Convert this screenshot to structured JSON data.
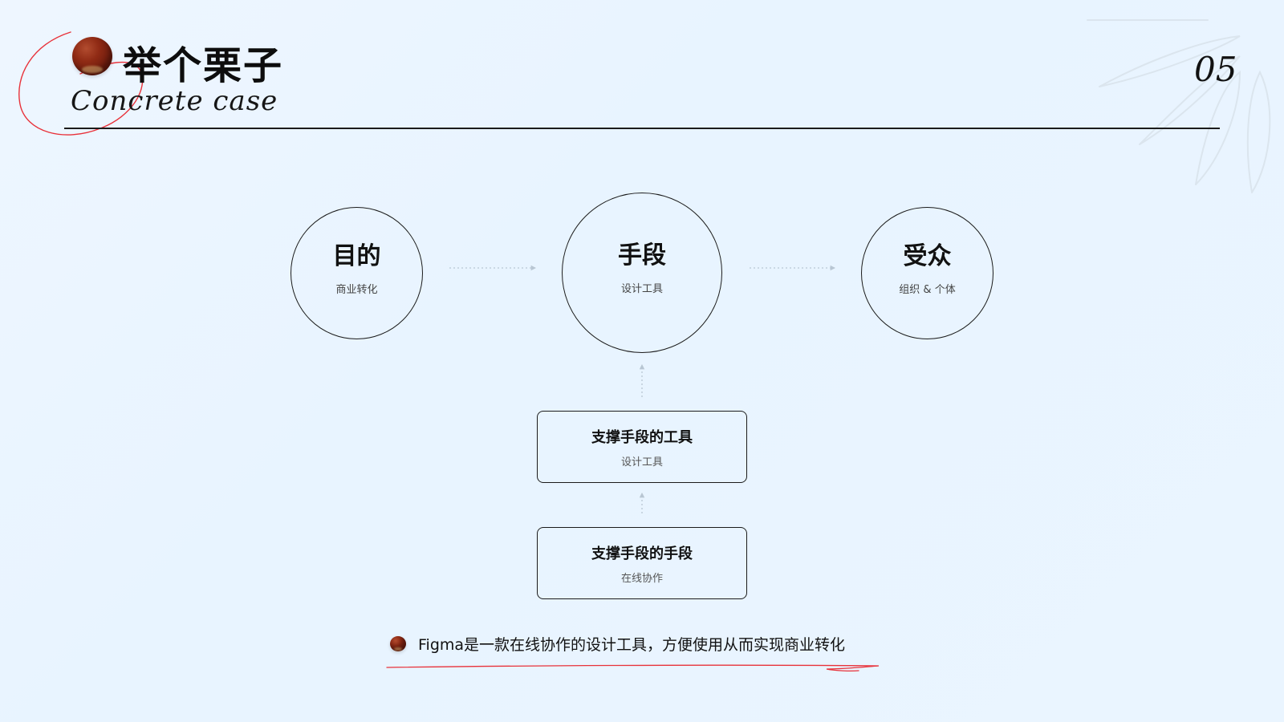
{
  "header": {
    "title": "举个栗子",
    "subtitle": "Concrete case",
    "page_number": "05"
  },
  "diagram": {
    "nodes": {
      "purpose": {
        "title": "目的",
        "subtitle": "商业转化"
      },
      "means": {
        "title": "手段",
        "subtitle": "设计工具"
      },
      "audience": {
        "title": "受众",
        "subtitle": "组织 & 个体"
      },
      "support_tool": {
        "title": "支撑手段的工具",
        "subtitle": "设计工具"
      },
      "support_means": {
        "title": "支撑手段的手段",
        "subtitle": "在线协作"
      }
    },
    "edges": [
      {
        "from": "purpose",
        "to": "means"
      },
      {
        "from": "means",
        "to": "audience"
      },
      {
        "from": "support_tool",
        "to": "means"
      },
      {
        "from": "support_means",
        "to": "support_tool"
      }
    ]
  },
  "footer": {
    "text": "Figma是一款在线协作的设计工具，方便使用从而实现商业转化"
  },
  "colors": {
    "accent_red": "#e8323a",
    "line_dark": "#1b1b1b",
    "connector": "#b8c6d3",
    "chestnut": "#8f2a14"
  }
}
